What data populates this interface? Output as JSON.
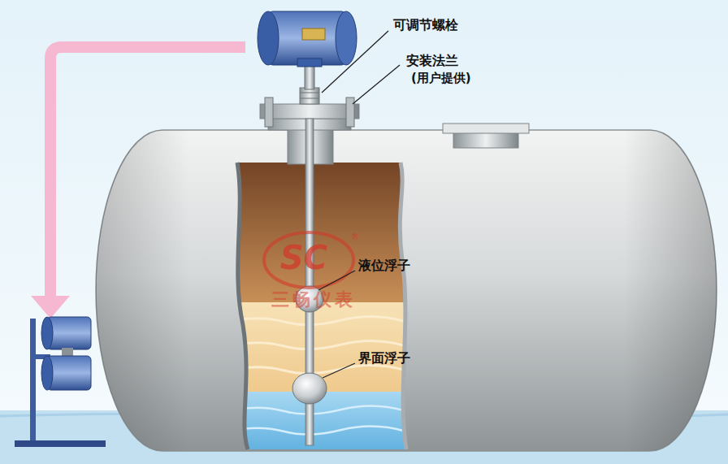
{
  "diagram": {
    "labels": [
      "可调节螺栓",
      "安装法兰",
      "(用户提供)",
      "液位浮子",
      "界面浮子",
      "SC",
      "®",
      "三畅仪表"
    ]
  }
}
